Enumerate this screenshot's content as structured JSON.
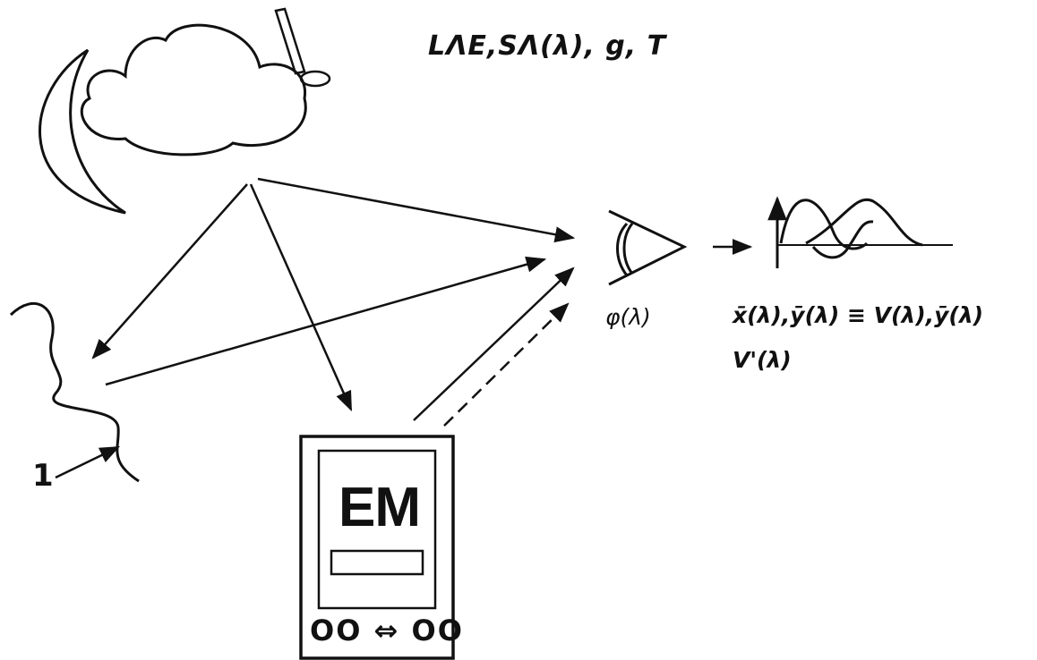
{
  "labels": {
    "env_params": "LΛE,SΛ(λ), g, T",
    "eye_sensitivity": "φ(λ)",
    "observer_functions": "x̄(λ),ȳ(λ) ≡ V(λ),ȳ(λ)",
    "scotopic": "V'(λ)",
    "object_marker": "1",
    "meter_label": "EM",
    "meter_controls": "OO ⇔ OO"
  },
  "colors": {
    "ink": "#111111",
    "background": "#ffffff"
  },
  "icons": [
    "moon-icon",
    "cloud-icon",
    "eye-icon",
    "object-surface-icon",
    "meter-device-icon"
  ]
}
